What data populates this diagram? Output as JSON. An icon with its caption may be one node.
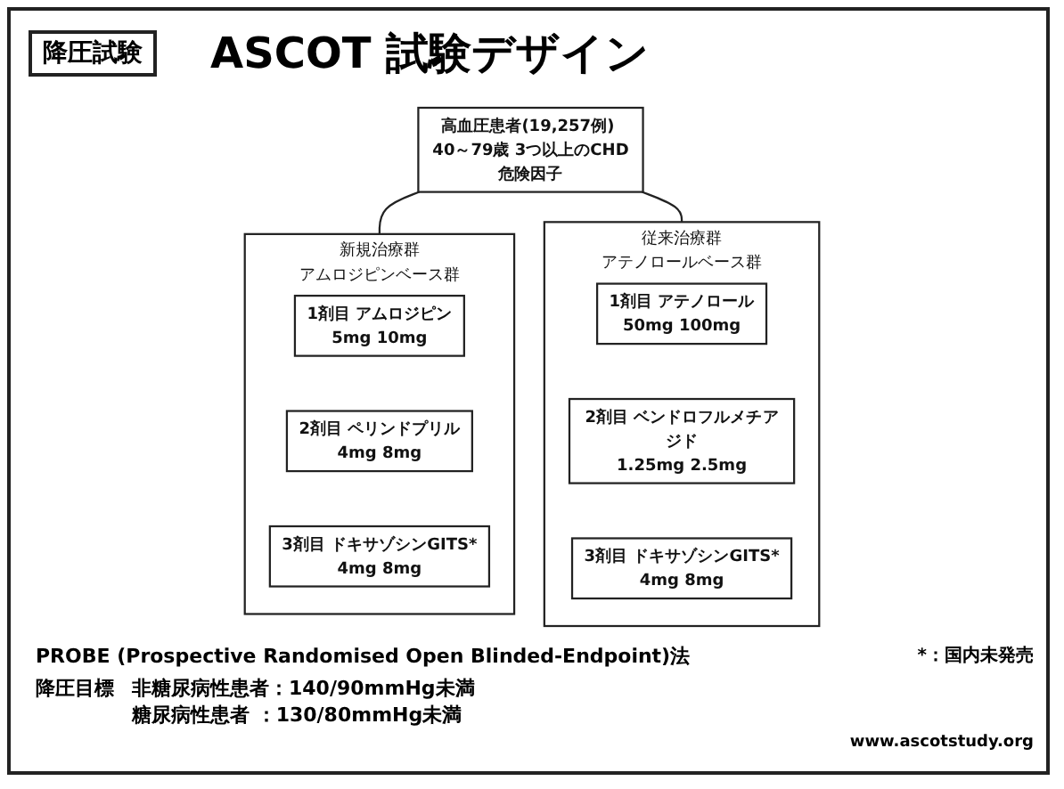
{
  "diagram": {
    "title": "ASCOT 試験デザイン",
    "nodes": [
      {
        "text": [
          "高血圧患者(19,257例) 40～79歳 3つ以上のCHD危険因子"
        ]
      },
      {
        "text": [
          "アムロジピンベース群"
        ],
        "beside": [
          "新規治療群"
        ]
      },
      {
        "text": [
          "1剤目 アムロジピン",
          "5mg 10mg"
        ],
        "in": 1
      },
      {
        "text": [
          "2剤目 ペリンドプリル",
          "4mg 8mg"
        ],
        "in": 1
      },
      {
        "text": [
          "3剤目 ドキサゾシンGITS*",
          "4mg 8mg"
        ],
        "in": 1
      },
      {
        "text": [
          "アテノロールベース群"
        ],
        "beside": [
          "従来治療群"
        ]
      },
      {
        "text": [
          "1剤目 アテノロール",
          "50mg 100mg"
        ],
        "in": 5
      },
      {
        "text": [
          "2剤目 ベンドロフルメチアジド",
          "1.25mg 2.5mg"
        ],
        "in": 5
      },
      {
        "text": [
          "3剤目 ドキサゾシンGITS*",
          "4mg 8mg"
        ],
        "in": 5
      }
    ],
    "edges": [
      {
        "from": 0,
        "to": 1,
        "arrow": "none"
      },
      {
        "from": 0,
        "to": 5,
        "arrow": "none"
      }
    ],
    "labels": [
      "降圧試験",
      "PROBE (Prospective Randomised Open Blinded-Endpoint)法",
      "*：国内未発売",
      "降圧目標",
      "非糖尿病性患者：140/90mmHg未満",
      "糖尿病性患者 ：130/80mmHg未満",
      "www.ascotstudy.org"
    ]
  }
}
